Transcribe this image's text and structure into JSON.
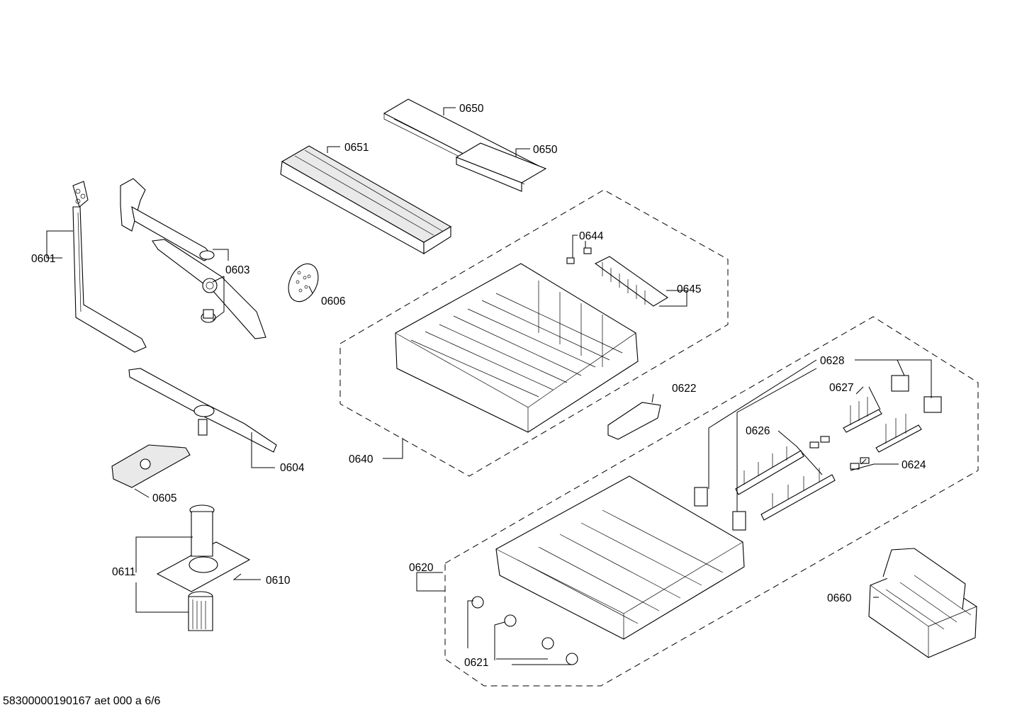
{
  "callouts": {
    "c0601": "0601",
    "c0603": "0603",
    "c0604": "0604",
    "c0605": "0605",
    "c0606": "0606",
    "c0610": "0610",
    "c0611": "0611",
    "c0620": "0620",
    "c0621": "0621",
    "c0622": "0622",
    "c0624": "0624",
    "c0626": "0626",
    "c0627": "0627",
    "c0628": "0628",
    "c0640": "0640",
    "c0644": "0644",
    "c0645": "0645",
    "c0650a": "0650",
    "c0650b": "0650",
    "c0651": "0651",
    "c0660": "0660"
  },
  "footer": {
    "document_id": "58300000190167 aet 000 a 6/6"
  }
}
